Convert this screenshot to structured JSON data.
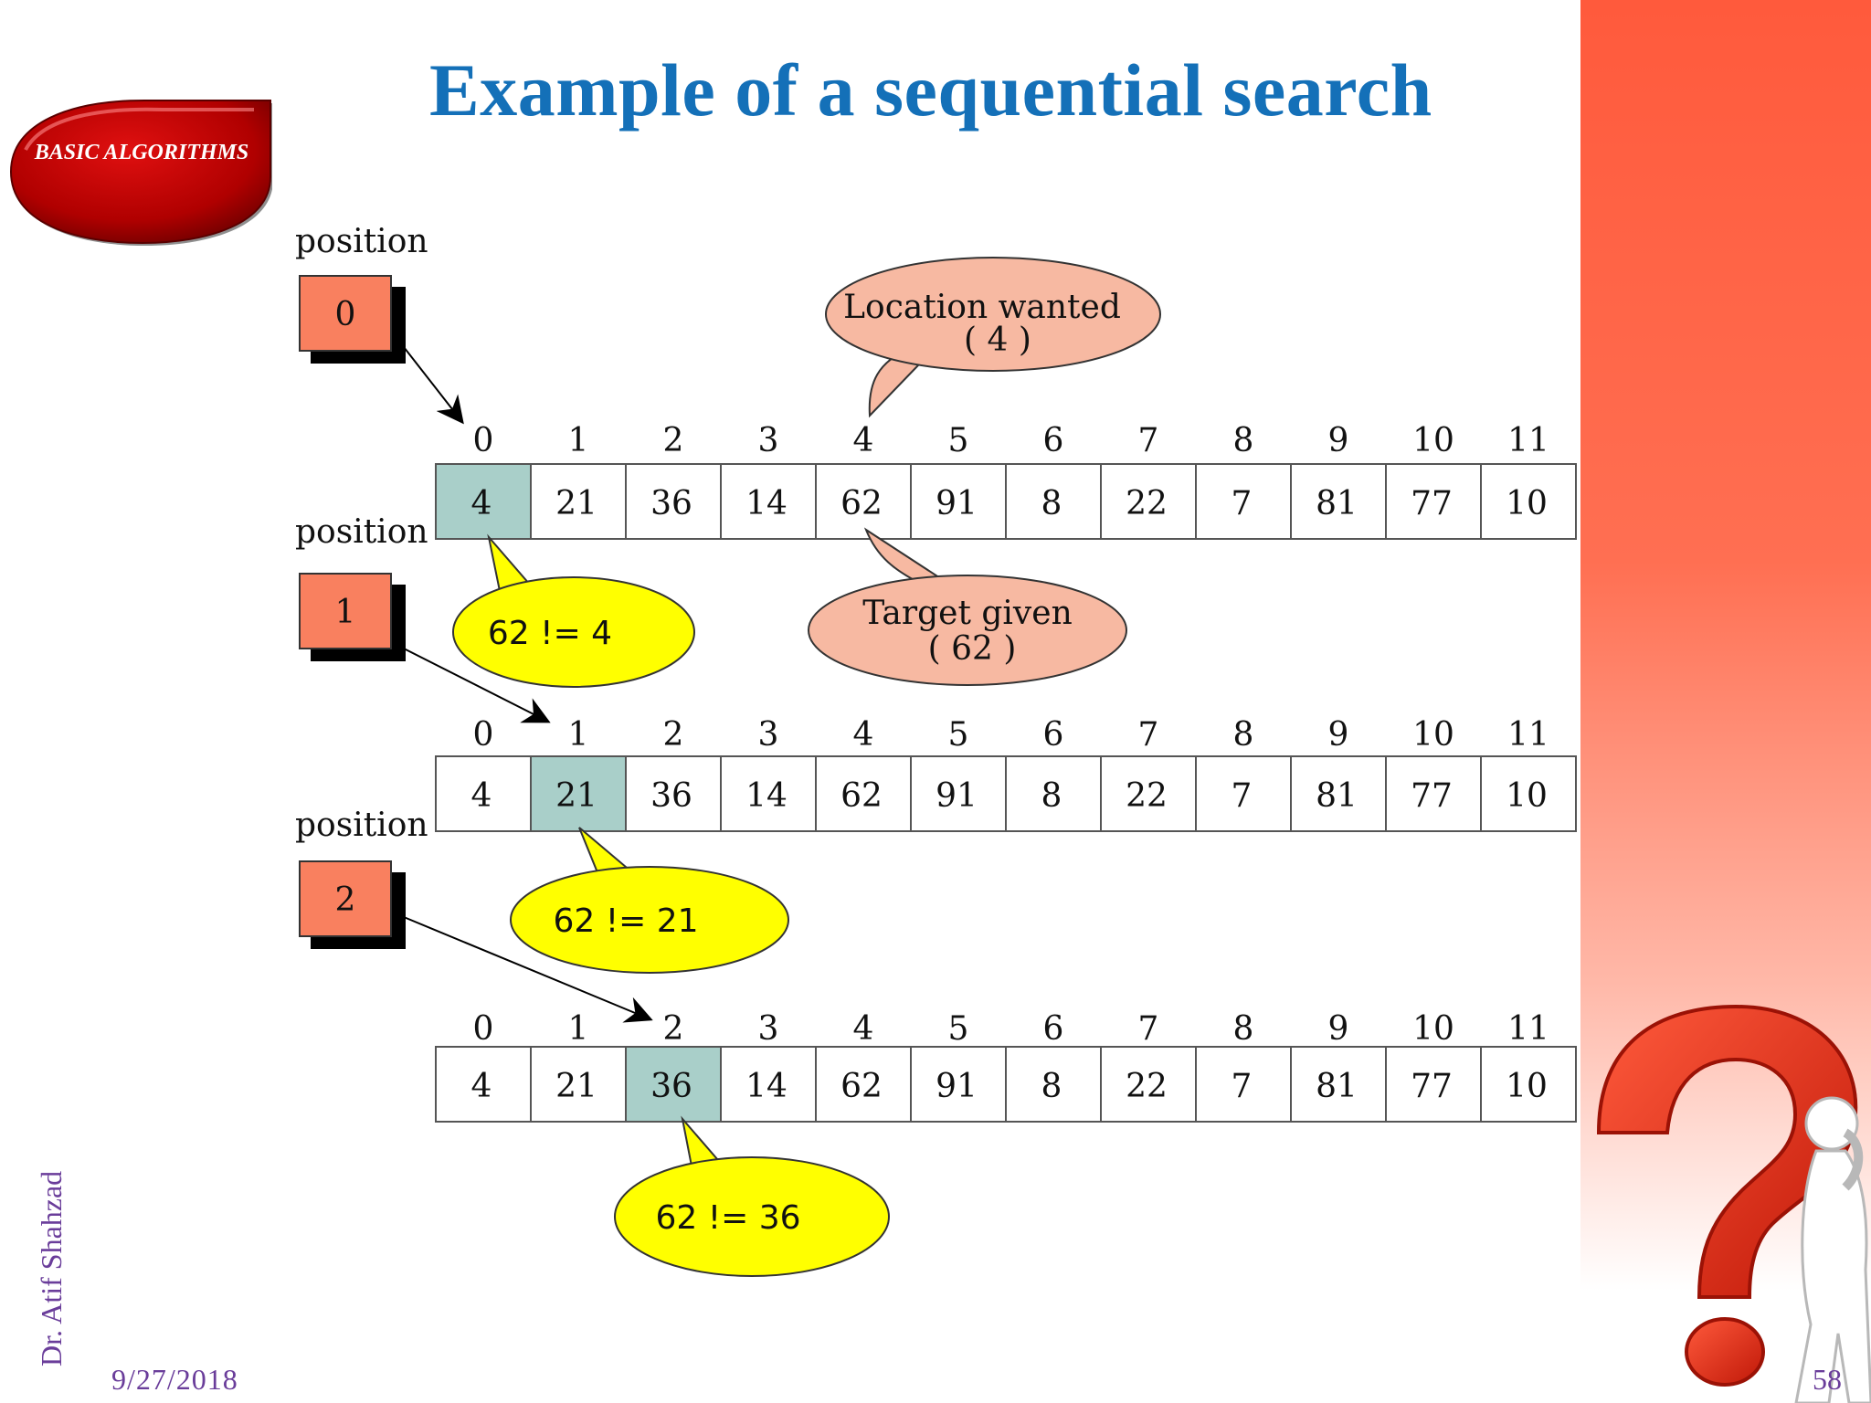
{
  "slide": {
    "title": "Example of a sequential search",
    "badge": "BASIC ALGORITHMS",
    "author": "Dr. Atif Shahzad",
    "date": "9/27/2018",
    "page_number": "58"
  },
  "diagram": {
    "indices": [
      "0",
      "1",
      "2",
      "3",
      "4",
      "5",
      "6",
      "7",
      "8",
      "9",
      "10",
      "11"
    ],
    "values": [
      "4",
      "21",
      "36",
      "14",
      "62",
      "91",
      "8",
      "22",
      "7",
      "81",
      "77",
      "10"
    ],
    "steps": [
      {
        "position_label": "position",
        "position_value": "0",
        "highlight_index": 0,
        "compare": "62 != 4"
      },
      {
        "position_label": "position",
        "position_value": "1",
        "highlight_index": 1,
        "compare": "62 != 21"
      },
      {
        "position_label": "position",
        "position_value": "2",
        "highlight_index": 2,
        "compare": "62 != 36"
      }
    ],
    "callout_location": {
      "line1": "Location wanted",
      "line2": "( 4 )"
    },
    "callout_target": {
      "line1": "Target given",
      "line2": "( 62 )"
    }
  },
  "colors": {
    "title": "#1470b8",
    "highlight_cell": "#a9cfc9",
    "position_box": "#f9805f",
    "compare_bubble": "#ffff00",
    "callout_bubble": "#f7b9a2",
    "badge": "#c40000",
    "footer_text": "#6a3d9a",
    "accent_band": "#ff5a3c"
  },
  "icons": {
    "badge": "red-drop-badge",
    "decoration": "question-mark-figure-icon"
  }
}
